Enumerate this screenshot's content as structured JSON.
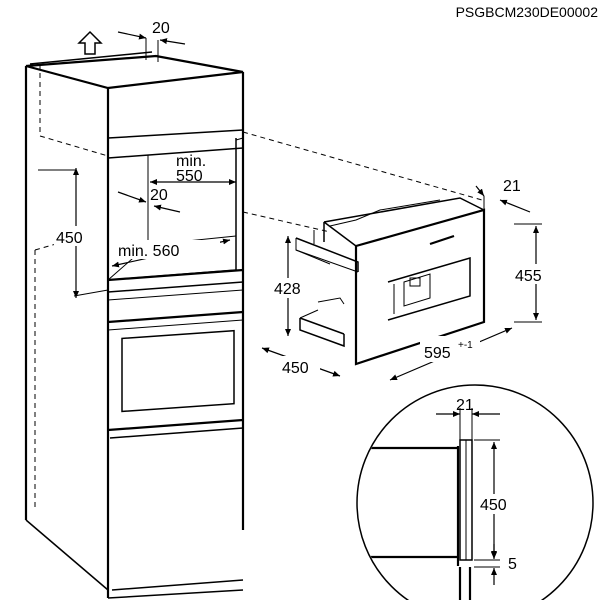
{
  "document_code": "PSGBCM230DE00002",
  "cabinet": {
    "top_gap": "20",
    "niche_width": "min.\n550",
    "niche_width_line1": "min.",
    "niche_width_line2": "550",
    "inner_gap": "20",
    "niche_height": "450",
    "niche_depth": "min. 560"
  },
  "appliance": {
    "depth": "21",
    "height": "455",
    "body_height": "428",
    "body_depth": "450",
    "width": "595",
    "width_tolerance": "+-1"
  },
  "detail": {
    "depth": "21",
    "height": "450",
    "gap": "5"
  },
  "icons": {
    "up_arrow": "up-arrow-icon"
  }
}
